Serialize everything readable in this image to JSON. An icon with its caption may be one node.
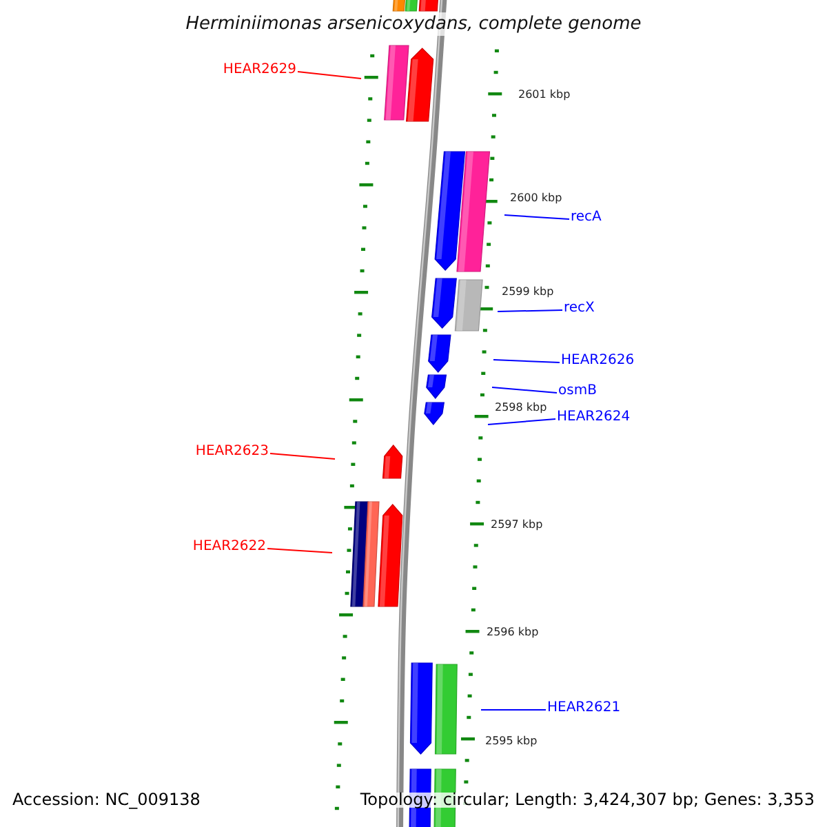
{
  "diagram": {
    "title": "Herminiimonas arsenicoxydans, complete genome",
    "nodes": [
      {
        "text": [
          "HEAR2629"
        ]
      },
      {
        "text": [
          "recA"
        ]
      },
      {
        "text": [
          "recX"
        ]
      },
      {
        "text": [
          "HEAR2626"
        ]
      },
      {
        "text": [
          "osmB"
        ]
      },
      {
        "text": [
          "HEAR2624"
        ]
      },
      {
        "text": [
          "HEAR2623"
        ]
      },
      {
        "text": [
          "HEAR2622"
        ]
      },
      {
        "text": [
          "HEAR2621"
        ]
      }
    ],
    "edges": [
      {
        "from": 0,
        "to": null,
        "arrow": "none",
        "color": "#ff0000"
      },
      {
        "from": 1,
        "to": null,
        "arrow": "none"
      },
      {
        "from": 2,
        "to": null,
        "arrow": "none"
      },
      {
        "from": 3,
        "to": null,
        "arrow": "none"
      },
      {
        "from": 4,
        "to": null,
        "arrow": "none"
      },
      {
        "from": 5,
        "to": null,
        "arrow": "none"
      },
      {
        "from": 6,
        "to": null,
        "arrow": "none",
        "color": "#ff0000"
      },
      {
        "from": 7,
        "to": null,
        "arrow": "none",
        "color": "#ff0000"
      },
      {
        "from": 8,
        "to": null,
        "arrow": "none"
      }
    ],
    "labels": [
      "2601 kbp",
      "2600 kbp",
      "2599 kbp",
      "2598 kbp",
      "2597 kbp",
      "2596 kbp",
      "2595 kbp",
      "Accession: NC_009138",
      "Topology: circular; Length: 3,424,307 bp; Genes: 3,353"
    ]
  }
}
